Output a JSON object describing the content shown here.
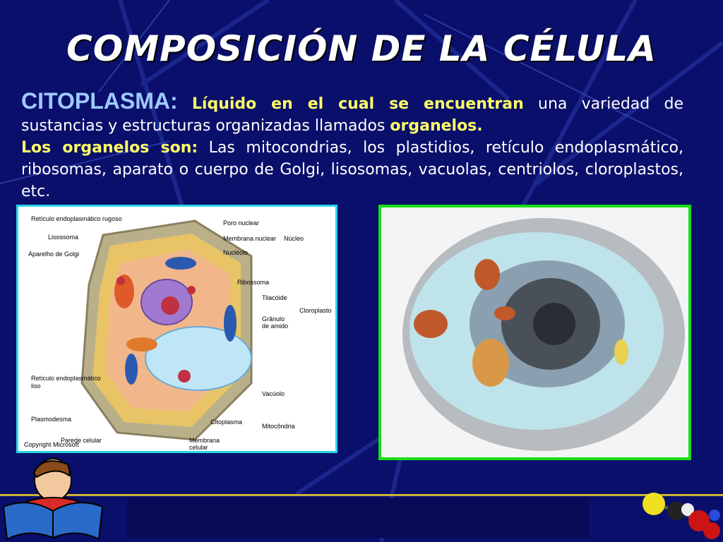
{
  "slide": {
    "title": "COMPOSICIÓN DE LA CÉLULA",
    "paragraph1": {
      "heading": "CITOPLASMA:",
      "bold_text": "Líquido en el cual se encuentran",
      "text": " una variedad de sustancias y estructuras organizadas llamados ",
      "bold_end": "organelos."
    },
    "paragraph2": {
      "bold_text": "Los organelos son:",
      "text": " Las mitocondrias, los plastidios, retículo endoplasmático, ribosomas, aparato o cuerpo de Golgi, lisosomas, vacuolas, centriolos, cloroplastos, etc."
    }
  },
  "diagram": {
    "labels": {
      "rer": "Retículo endoplasmático rugoso",
      "lisossoma": "Lisossoma",
      "golgi": "Aparelho de Golgi",
      "poro": "Poro nuclear",
      "membrana_nuclear": "Membrana nuclear",
      "nucleo": "Núcleo",
      "nucleolo": "Nucléolo",
      "ribossoma": "Ribossoma",
      "tilacoide": "Tilacóide",
      "granulo": "Grânulo",
      "granulo2": "de amido",
      "cloroplasto": "Cloroplasto",
      "rel1": "Retículo endoplasmático",
      "rel2": "liso",
      "vacuolo": "Vacúolo",
      "plasmodesma": "Plasmodesma",
      "parede": "Parede celular",
      "citoplasma": "Citoplasma",
      "membrana_celular1": "Membrana",
      "membrana_celular2": "celular",
      "mitocondria": "Mitocôndria"
    },
    "copyright": "Copyright Microsoft"
  },
  "colors": {
    "background": "#0a0f6b",
    "heading": "#9ec9ff",
    "highlight": "#ffff66",
    "frame_left": "#28d6e8",
    "frame_right": "#18e018"
  }
}
